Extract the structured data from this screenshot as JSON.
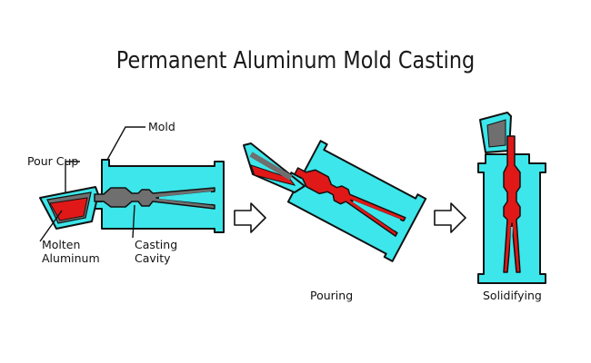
{
  "title": "Permanent Aluminum Mold Casting",
  "labels": {
    "mold": "Mold",
    "pour_cup": "Pour Cup",
    "molten_line1": "Molten",
    "molten_line2": "Aluminum",
    "cavity_line1": "Casting",
    "cavity_line2": "Cavity",
    "pouring": "Pouring",
    "solidifying": "Solidifying"
  },
  "colors": {
    "mold": "#3ce6ea",
    "metal": "#e01818",
    "cavity": "#6f6f6f",
    "outline": "#111111",
    "arrow": "#ffffff"
  }
}
